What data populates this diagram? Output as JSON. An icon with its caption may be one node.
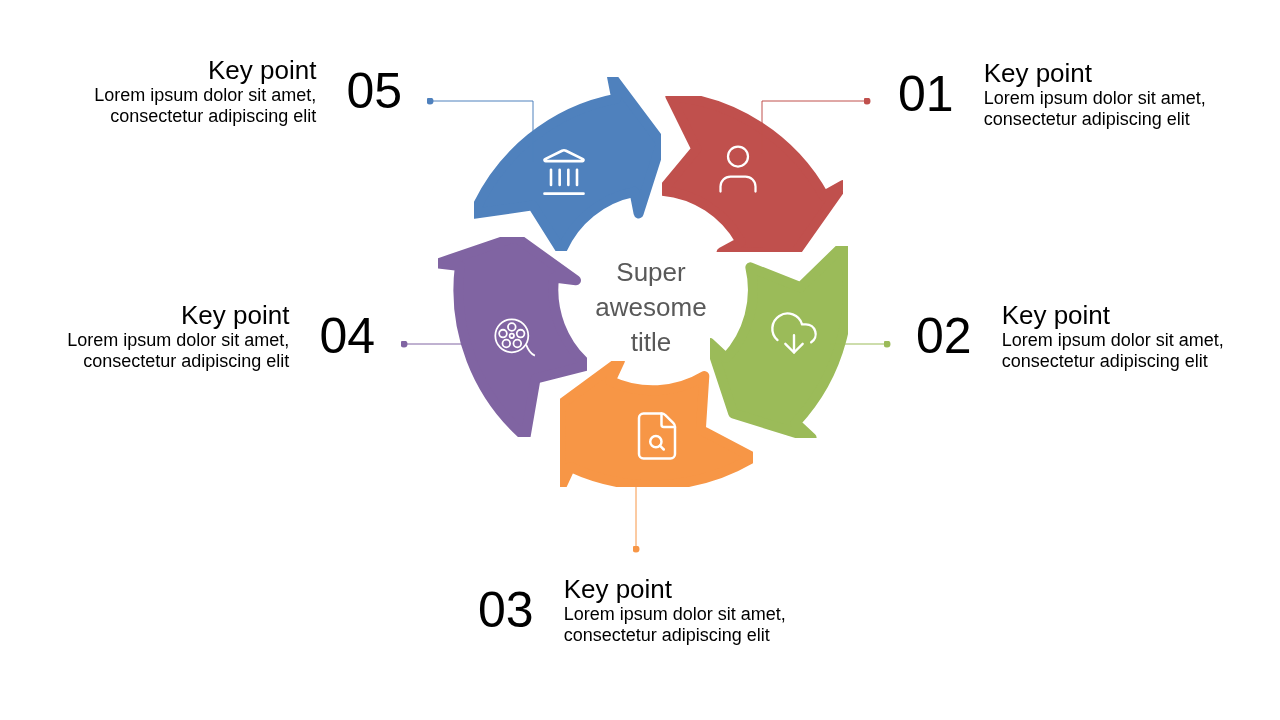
{
  "diagram": {
    "nodes": [
      {
        "text": [
          "Super awesome title"
        ]
      },
      {
        "text": [
          "01",
          "Key point",
          "Lorem ipsum dolor sit amet, consectetur adipiscing elit"
        ]
      },
      {
        "text": [],
        "shape": "arrow"
      },
      {
        "text": [
          "02",
          "Key point",
          "Lorem ipsum dolor sit amet, consectetur adipiscing elit"
        ]
      },
      {
        "text": [],
        "shape": "arrow"
      },
      {
        "text": [
          "03",
          "Key point",
          "Lorem ipsum dolor sit amet, consectetur adipiscing elit"
        ]
      },
      {
        "text": [],
        "shape": "arrow"
      },
      {
        "text": [
          "04",
          "Key point",
          "Lorem ipsum dolor sit amet, consectetur adipiscing elit"
        ]
      },
      {
        "text": [],
        "shape": "arrow"
      },
      {
        "text": [
          "05",
          "Key point",
          "Lorem ipsum dolor sit amet, consectetur adipiscing elit"
        ]
      },
      {
        "text": [],
        "shape": "arrow"
      }
    ],
    "edges": [
      {
        "from": 1,
        "to": 2,
        "arrow": "other",
        "color": "#c0504d"
      },
      {
        "from": 3,
        "to": 4,
        "arrow": "other",
        "color": "#9bbb59"
      },
      {
        "from": 5,
        "to": 6,
        "arrow": "other",
        "color": "#f79646"
      },
      {
        "from": 7,
        "to": 8,
        "arrow": "other",
        "color": "#8064a2"
      },
      {
        "from": 9,
        "to": 10,
        "arrow": "other",
        "color": "#4f81bd"
      }
    ]
  }
}
